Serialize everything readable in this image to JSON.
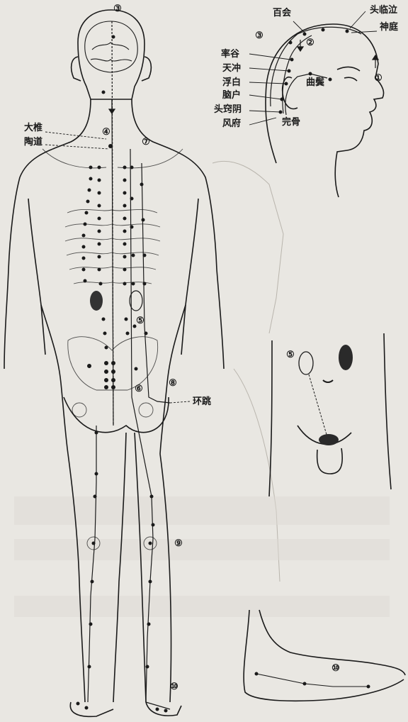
{
  "labels": {
    "top_head_point": "③",
    "baihui": "百会",
    "toulinqi": "头临泣",
    "shenting": "神庭",
    "side_3": "③",
    "side_2": "②",
    "side_1": "①",
    "shuaigu": "率谷",
    "tianchong": "天冲",
    "fubai": "浮白",
    "naohu": "脑户",
    "touqiaoyin": "头窍阴",
    "fengfu": "风府",
    "qubin": "曲鬓",
    "wangu": "完骨",
    "dazhui": "大椎",
    "taodao": "陶道",
    "back_4": "④",
    "back_7": "⑦",
    "back_5": "⑤",
    "back_6": "⑥",
    "back_8": "⑧",
    "huantiao": "环跳",
    "leg_9": "⑨",
    "foot_10": "⑩",
    "abdomen_5": "⑤",
    "sidefoot_10": "⑩"
  },
  "colors": {
    "ink": "#1a1a1a",
    "paper": "#e9e7e2",
    "ghost_print": "#b9b5ad"
  },
  "icons": {
    "arrow": "down-arrow-icon",
    "up_arrow": "up-arrow-icon"
  }
}
